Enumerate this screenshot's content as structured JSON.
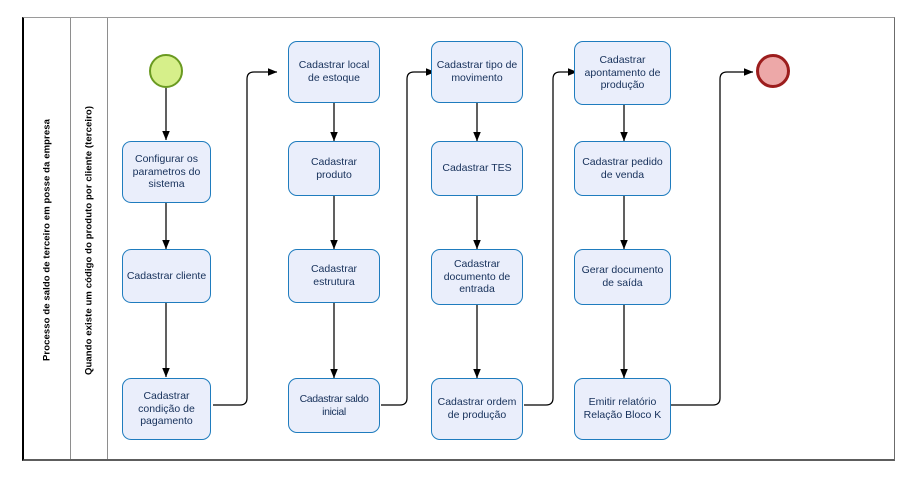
{
  "diagram": {
    "type": "bpmn-flowchart",
    "lanes": [
      {
        "id": "pool-label",
        "text": "Processo de saldo de terceiro em posse da empresa"
      },
      {
        "id": "lane-label",
        "text": "Quando existe um código do produto por cliente (terceiro)"
      }
    ],
    "events": [
      {
        "id": "start",
        "kind": "start-event",
        "label": "",
        "fill": "#d6ef8a",
        "stroke": "#6a9a21"
      },
      {
        "id": "end",
        "kind": "end-event",
        "label": "",
        "fill": "#eda8a8",
        "stroke": "#9c1d1d"
      }
    ],
    "colors": {
      "task_fill": "#eaeefb",
      "task_stroke": "#1f7cbe",
      "task_text": "#16305a",
      "connector": "#000000",
      "frame_left": "#000000",
      "frame_edge": "#5d5d5d"
    },
    "columns": [
      {
        "id": "col-1",
        "tasks": [
          {
            "id": "t1",
            "label": "Configurar os parametros do sistema"
          },
          {
            "id": "t2",
            "label": "Cadastrar cliente"
          },
          {
            "id": "t3",
            "label": "Cadastrar condição de pagamento"
          }
        ]
      },
      {
        "id": "col-2",
        "tasks": [
          {
            "id": "t4",
            "label": "Cadastrar local de estoque"
          },
          {
            "id": "t5",
            "label": "Cadastrar produto"
          },
          {
            "id": "t6",
            "label": "Cadastrar estrutura"
          },
          {
            "id": "t7",
            "label": "Cadastrar saldo inicial"
          }
        ]
      },
      {
        "id": "col-3",
        "tasks": [
          {
            "id": "t8",
            "label": "Cadastrar tipo de movimento"
          },
          {
            "id": "t9",
            "label": "Cadastrar TES"
          },
          {
            "id": "t10",
            "label": "Cadastrar documento de entrada"
          },
          {
            "id": "t11",
            "label": "Cadastrar ordem de produção"
          }
        ]
      },
      {
        "id": "col-4",
        "tasks": [
          {
            "id": "t12",
            "label": "Cadastrar apontamento de produção"
          },
          {
            "id": "t13",
            "label": "Cadastrar pedido de venda"
          },
          {
            "id": "t14",
            "label": "Gerar documento de saída"
          },
          {
            "id": "t15",
            "label": "Emitir relatório Relação Bloco K"
          }
        ]
      }
    ],
    "flows": [
      {
        "from": "start",
        "to": "t1"
      },
      {
        "from": "t1",
        "to": "t2"
      },
      {
        "from": "t2",
        "to": "t3"
      },
      {
        "from": "t3",
        "to": "t4"
      },
      {
        "from": "t4",
        "to": "t5"
      },
      {
        "from": "t5",
        "to": "t6"
      },
      {
        "from": "t6",
        "to": "t7"
      },
      {
        "from": "t7",
        "to": "t8"
      },
      {
        "from": "t8",
        "to": "t9"
      },
      {
        "from": "t9",
        "to": "t10"
      },
      {
        "from": "t10",
        "to": "t11"
      },
      {
        "from": "t11",
        "to": "t12"
      },
      {
        "from": "t12",
        "to": "t13"
      },
      {
        "from": "t13",
        "to": "t14"
      },
      {
        "from": "t14",
        "to": "t15"
      },
      {
        "from": "t15",
        "to": "end"
      }
    ]
  }
}
